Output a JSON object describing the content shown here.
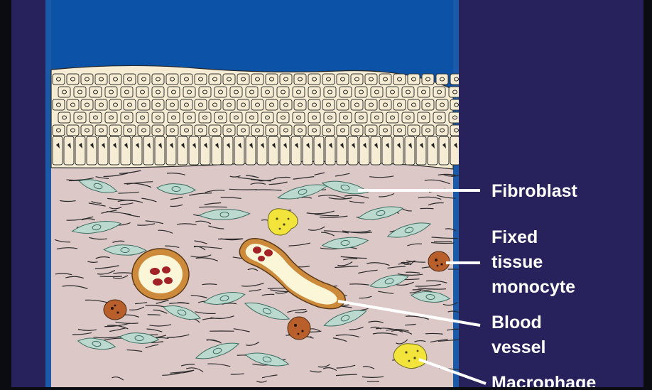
{
  "diagram": {
    "labels": {
      "fibroblast": "Fibroblast",
      "fixed_tissue_monocyte": "Fixed\ntissue\nmonocyte",
      "blood_vessel": "Blood\nvessel",
      "macrophage": "Macrophage"
    },
    "colors": {
      "slide_background": "#27225c",
      "top_band": "#0c52a7",
      "epithelium": "#f6ecd3",
      "connective_tissue": "#ddc8c8",
      "fibroblast_cells": "#bcd9cf",
      "macrophage": "#f2e43a",
      "monocyte": "#b85f2b",
      "vessel_wall": "#cc8a3a",
      "red_cells": "#a32227"
    }
  }
}
